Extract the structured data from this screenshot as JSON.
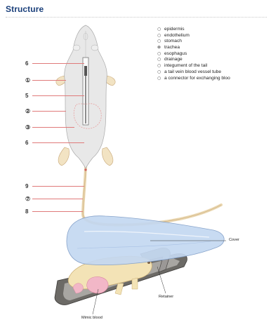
{
  "heading": "Structure",
  "legend": [
    {
      "mark": "○",
      "text": "epidermis"
    },
    {
      "mark": "○",
      "text": "endothelium"
    },
    {
      "mark": "○",
      "text": "stomach"
    },
    {
      "mark": "⊗",
      "text": "trachea"
    },
    {
      "mark": "○",
      "text": "esophagus"
    },
    {
      "mark": "○",
      "text": "drainage"
    },
    {
      "mark": "○",
      "text": "integument of the tail"
    },
    {
      "mark": "○",
      "text": "a tail vein blood vessel tube"
    },
    {
      "mark": "○",
      "text": "a connector for exchanging bloo"
    }
  ],
  "callouts": [
    "6",
    "①",
    "5",
    "②",
    "③",
    "6",
    "9",
    "⑦",
    "8"
  ],
  "labels": {
    "cover": "Cover",
    "retainer": "Retainer",
    "mimic_blood": "Mimic blood"
  },
  "colors": {
    "heading": "#1a3f7a",
    "callout_line": "#e07a7a",
    "body_skin": "#e6e6e6",
    "tail": "#f0ddb8",
    "cover": "#bcd3ef"
  }
}
